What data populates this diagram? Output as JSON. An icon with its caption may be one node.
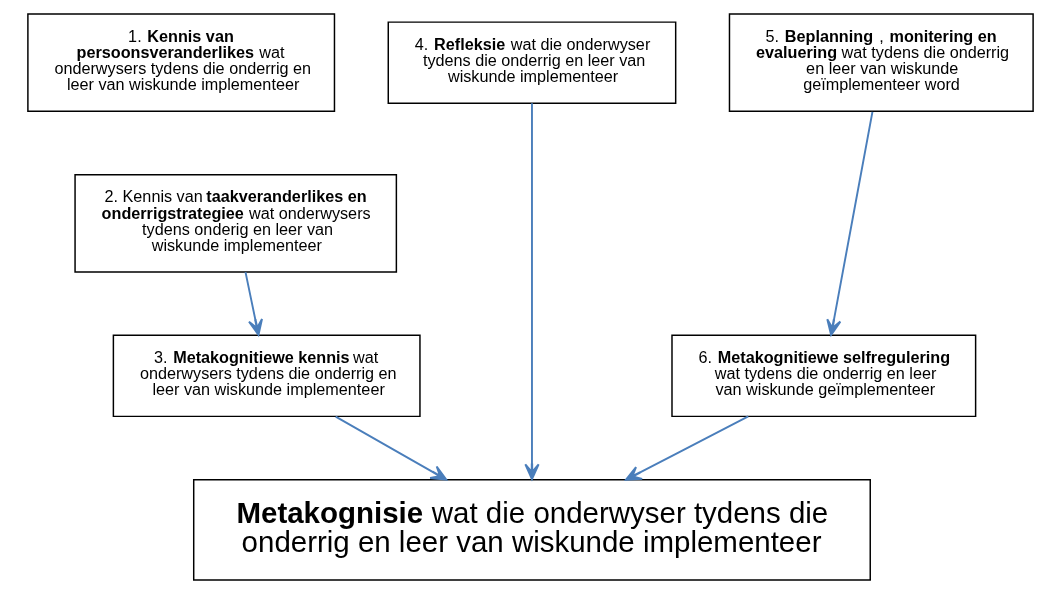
{
  "diagram": {
    "nodes": [
      {
        "text": [
          "1. **Kennis van persoonsveranderlikes** wat onderwysers tydens die onderrig en leer van wiskunde implementeer"
        ]
      },
      {
        "text": [
          "2. Kennis van **taakveranderlikes en onderrigstrategiee** wat onderwysers tydens onderig en leer van wiskunde implementeer"
        ]
      },
      {
        "text": [
          "3. **Metakognitiewe kennis** wat onderwysers tydens die onderrig en leer van wiskunde implementeer"
        ]
      },
      {
        "text": [
          "4. **Refleksie** wat die onderwyser tydens die onderrig en leer van wiskunde implementeer"
        ]
      },
      {
        "text": [
          "5. **Beplanning**, **monitering en evaluering** wat tydens die onderrig en leer van wiskunde geïmplementeer word"
        ]
      },
      {
        "text": [
          "6. **Metakognitiewe selfregulering** wat tydens die onderrig en leer van wiskunde geïmplementeer"
        ]
      },
      {
        "text": [
          "**Metakognisie** wat die onderwyser tydens die onderrig en leer van wiskunde implementeer"
        ]
      }
    ],
    "edges": [
      {
        "from": 1,
        "to": 2,
        "arrow": "to"
      },
      {
        "from": 4,
        "to": 5,
        "arrow": "to"
      },
      {
        "from": 2,
        "to": 6,
        "arrow": "to"
      },
      {
        "from": 3,
        "to": 6,
        "arrow": "to"
      },
      {
        "from": 5,
        "to": 6,
        "arrow": "to"
      }
    ]
  }
}
